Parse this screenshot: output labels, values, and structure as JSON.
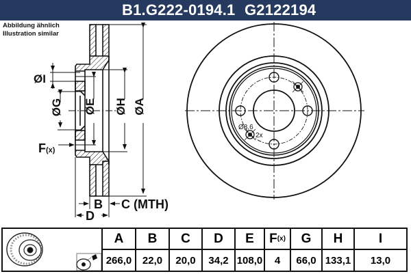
{
  "header": {
    "part_number": "B1.G222-0194.1",
    "alt_number": "G2122194",
    "background_color": "#253a5e"
  },
  "note": {
    "line1": "Abbildung ähnlich",
    "line2": "Illustration similar"
  },
  "drawing": {
    "side_view_labels": {
      "I": "ØI",
      "G": "ØG",
      "E": "ØE",
      "H": "ØH",
      "A": "ØA",
      "F": "F",
      "F_sub": "(x)",
      "B": "B",
      "C": "C (MTH)",
      "D": "D"
    },
    "front_view_labels": {
      "hole_diameter": "Ø8,6",
      "hole_count": "2x"
    }
  },
  "table": {
    "columns": [
      {
        "key": "A",
        "label": "A",
        "value": "266,0"
      },
      {
        "key": "B",
        "label": "B",
        "value": "22,0"
      },
      {
        "key": "C",
        "label": "C",
        "value": "20,0"
      },
      {
        "key": "D",
        "label": "D",
        "value": "34,2"
      },
      {
        "key": "E",
        "label": "E",
        "value": "108,0"
      },
      {
        "key": "F",
        "label": "F",
        "label_sub": "(x)",
        "value": "4"
      },
      {
        "key": "G",
        "label": "G",
        "value": "66,0"
      },
      {
        "key": "H",
        "label": "H",
        "value": "133,1"
      },
      {
        "key": "I",
        "label": "I",
        "value": "13,0"
      }
    ],
    "thumbnail_icons": [
      "brake-disc-thumbnail-icon",
      "spray-cleaning-icon"
    ]
  }
}
